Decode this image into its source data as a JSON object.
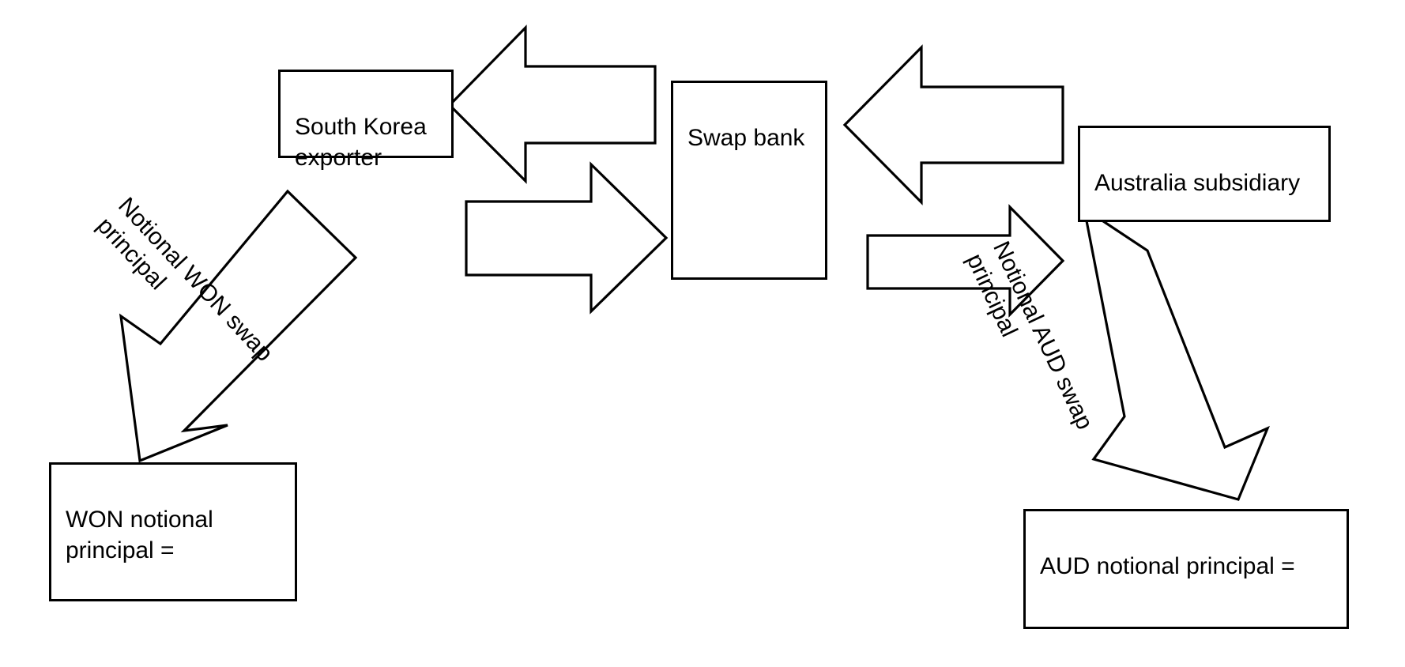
{
  "diagram": {
    "title": "Currency swap flow diagram",
    "stroke_color": "#000000",
    "fill_color": "#ffffff",
    "nodes": [
      {
        "id": "south-korea-exporter",
        "label": "South Korea\nexporter"
      },
      {
        "id": "swap-bank",
        "label": "Swap bank"
      },
      {
        "id": "australia-subsidiary",
        "label": "Australia subsidiary"
      },
      {
        "id": "won-notional-principal",
        "label": "WON notional\nprincipal ="
      },
      {
        "id": "aud-notional-principal",
        "label": "AUD notional principal ="
      }
    ],
    "flow_labels": [
      {
        "id": "notional-won-swap-principal",
        "label": "Notional WON swap\nprincipal"
      },
      {
        "id": "notional-aud-swap-principal",
        "label": "Notional AUD swap\nprincipal"
      }
    ],
    "arrows": [
      {
        "id": "swap-bank-to-exporter",
        "direction": "left"
      },
      {
        "id": "exporter-to-swap-bank",
        "direction": "right"
      },
      {
        "id": "subsidiary-to-swap-bank",
        "direction": "left"
      },
      {
        "id": "swap-bank-to-subsidiary",
        "direction": "right"
      },
      {
        "id": "exporter-to-won-principal",
        "direction": "down-left"
      },
      {
        "id": "subsidiary-to-aud-principal",
        "direction": "down-right"
      }
    ]
  }
}
